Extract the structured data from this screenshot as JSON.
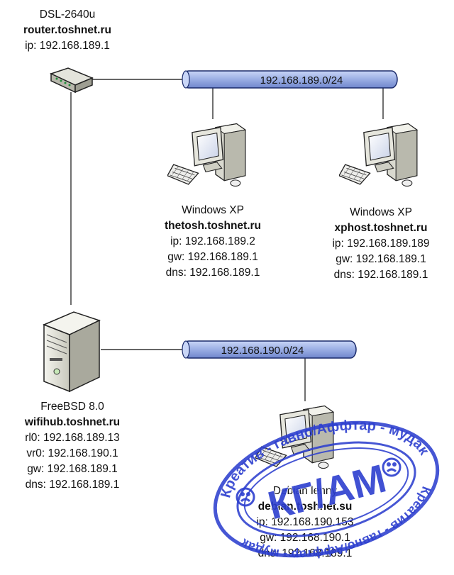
{
  "router": {
    "model": "DSL-2640u",
    "hostname": "router.toshnet.ru",
    "ip": "ip: 192.168.189.1"
  },
  "networks": {
    "lan": "192.168.189.0/24",
    "wifi": "192.168.190.0/24"
  },
  "pc_thetosh": {
    "os": "Windows XP",
    "hostname": "thetosh.toshnet.ru",
    "ip": "ip: 192.168.189.2",
    "gw": "gw: 192.168.189.1",
    "dns": "dns: 192.168.189.1"
  },
  "pc_xphost": {
    "os": "Windows XP",
    "hostname": "xphost.toshnet.ru",
    "ip": "ip: 192.168.189.189",
    "gw": "gw: 192.168.189.1",
    "dns": "dns: 192.168.189.1"
  },
  "server": {
    "os": "FreeBSD 8.0",
    "hostname": "wifihub.toshnet.ru",
    "rl0": "rl0: 192.168.189.13",
    "vr0": "vr0: 192.168.190.1",
    "gw": "gw: 192.168.189.1",
    "dns": "dns: 192.168.189.1"
  },
  "pc_debian": {
    "os": "Debian lenny",
    "hostname": "debian.toshnet.su",
    "ip": "ip: 192.168.190.153",
    "gw": "gw: 192.168.190.1",
    "dns": "dns: 192.168.189.1"
  },
  "stamp": {
    "top_text": "Креатив - гавно/Аффтар - мудак",
    "bottom_text": "Креатив - гавно/Аффтар - мудак",
    "center_text": "КГ/АМ",
    "color": "#2d3fcf"
  },
  "colors": {
    "bus_fill": "#9fb2e6",
    "bus_stroke": "#1a2a6a",
    "line": "#333333"
  }
}
